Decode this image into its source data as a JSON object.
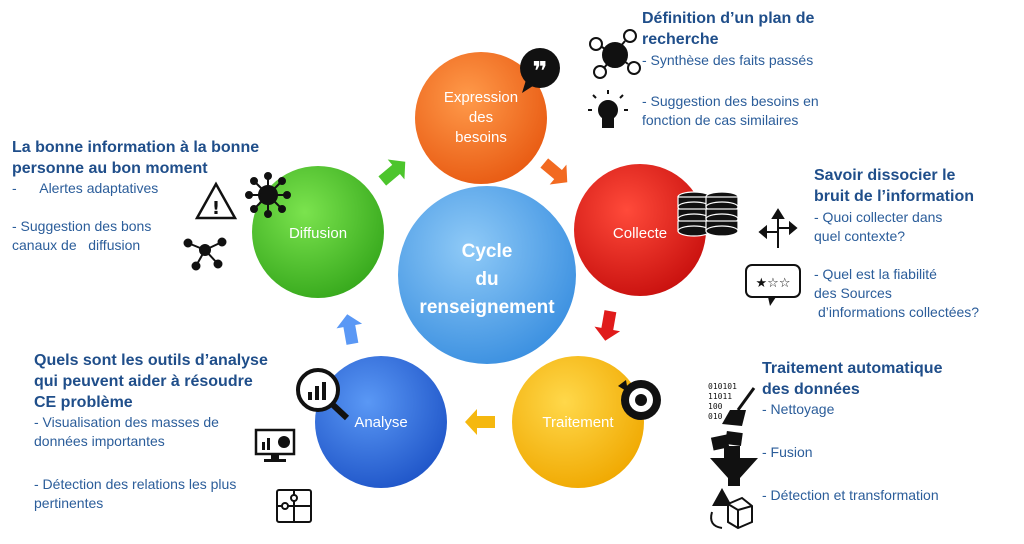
{
  "center": {
    "lines": [
      "Cycle",
      "du",
      "renseignement"
    ]
  },
  "stages": {
    "expression": {
      "lines": [
        "Expression",
        "des",
        "besoins"
      ],
      "color": "#f26a21"
    },
    "collecte": {
      "lines": [
        "Collecte"
      ],
      "color": "#e01b1b"
    },
    "traitement": {
      "lines": [
        "Traitement"
      ],
      "color": "#f5b80f"
    },
    "analyse": {
      "lines": [
        "Analyse"
      ],
      "color": "#2f6fe0"
    },
    "diffusion": {
      "lines": [
        "Diffusion"
      ],
      "color": "#4cc52c"
    }
  },
  "blocks": {
    "plan": {
      "heading": [
        "Définition d’un plan de",
        "recherche"
      ],
      "items": [
        "- Synthèse des faits passés",
        "- Suggestion des besoins en",
        "fonction de cas similaires"
      ]
    },
    "bruit": {
      "heading": [
        "Savoir dissocier le",
        "bruit de l’information"
      ],
      "items": [
        "- Quoi collecter dans",
        "quel contexte?",
        "- Quel est la fiabilité",
        "des Sources",
        "d’informations collectées?"
      ]
    },
    "traitement": {
      "heading": [
        "Traitement automatique",
        "des données"
      ],
      "items": [
        "- Nettoyage",
        "- Fusion",
        "- Détection et transformation"
      ]
    },
    "outils": {
      "heading": [
        "Quels sont les outils d’analyse",
        "qui peuvent aider à résoudre",
        "CE problème"
      ],
      "items": [
        "- Visualisation des masses de",
        "données importantes",
        "- Détection des relations les plus",
        "pertinentes"
      ]
    },
    "bonne": {
      "heading": [
        "La bonne information à la bonne",
        "personne au bon moment"
      ],
      "items": [
        "-      Alertes adaptatives",
        "- Suggestion des bons",
        "canaux de   diffusion"
      ]
    }
  },
  "icons": {
    "binary_text": [
      "010101",
      "11011",
      "100",
      "010"
    ]
  },
  "colors": {
    "heading": "#1f4e8a",
    "item": "#2b5d9a",
    "center": "#4fa3ea"
  }
}
